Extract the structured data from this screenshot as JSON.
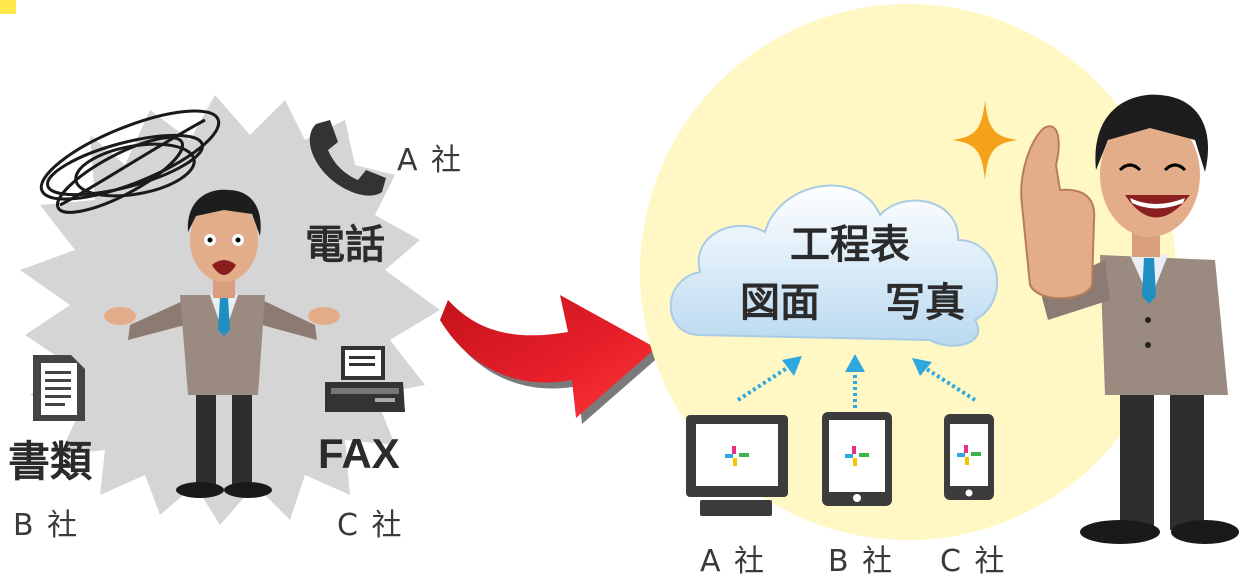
{
  "before": {
    "phone_company": "A 社",
    "phone_label": "電話",
    "document_label": "書類",
    "document_company": "B 社",
    "fax_label": "FAX",
    "fax_company": "C 社"
  },
  "after": {
    "cloud_items": [
      "工程表",
      "図面",
      "写真"
    ],
    "devices": [
      {
        "type": "monitor",
        "company": "A 社"
      },
      {
        "type": "tablet",
        "company": "B 社"
      },
      {
        "type": "smartphone",
        "company": "C 社"
      }
    ]
  },
  "colors": {
    "stress_burst": "#d5d5d5",
    "glow": "#fff8c4",
    "cloud": "#d6eaf8",
    "arrow": "#e8202a",
    "link": "#2fa8e0",
    "sparkle": "#f6a11a"
  }
}
